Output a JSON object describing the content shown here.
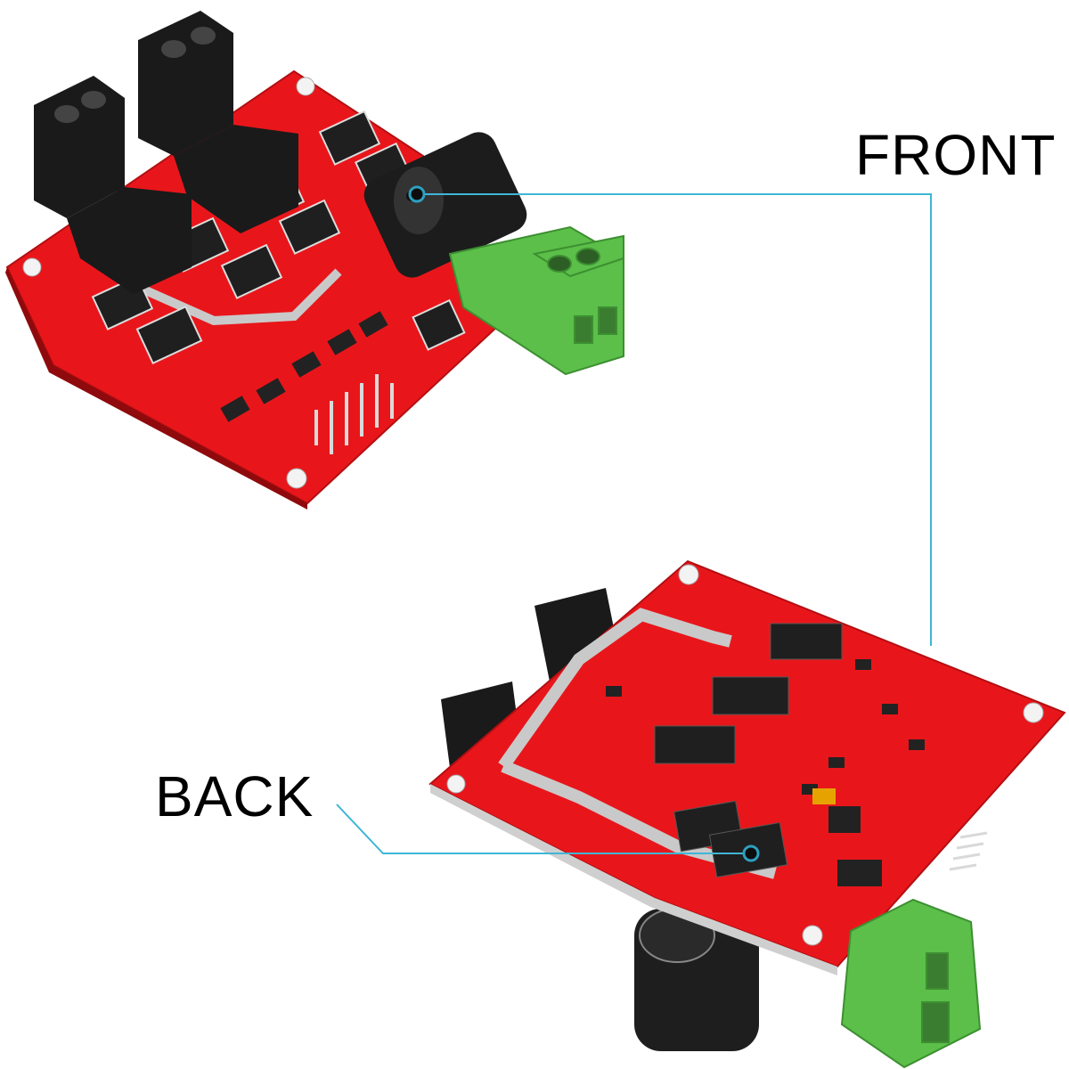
{
  "labels": {
    "front": "FRONT",
    "back": "BACK"
  },
  "colors": {
    "pcb_red": "#e8161b",
    "pcb_red_dark": "#b30f12",
    "terminal_black": "#1a1a1a",
    "terminal_green": "#5bbf4a",
    "leader_line": "#3fb6d6",
    "silver_trace": "#c9c9c9"
  },
  "icons": {
    "front_board": "motor-driver-board-front",
    "back_board": "motor-driver-board-back",
    "capacitor": "electrolytic-capacitor",
    "green_terminal": "screw-terminal-block"
  }
}
